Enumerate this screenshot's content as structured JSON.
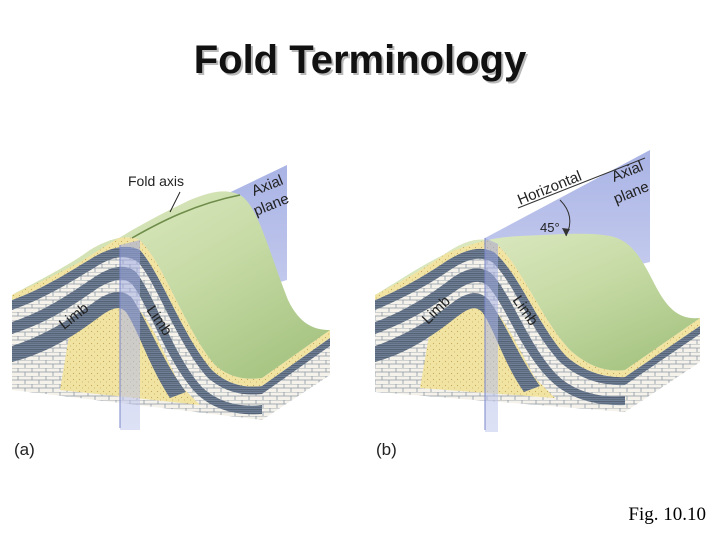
{
  "slide": {
    "title": "Fold Terminology",
    "caption": "Fig. 10.10"
  },
  "diagram_a": {
    "panel_label": "(a)",
    "fold_axis_label": "Fold axis",
    "axial_plane_label_line1": "Axial",
    "axial_plane_label_line2": "plane",
    "limb_left_label": "Limb",
    "limb_right_label": "Limb"
  },
  "diagram_b": {
    "panel_label": "(b)",
    "horizontal_label": "Horizontal",
    "angle_label": "45°",
    "axial_plane_label_line1": "Axial",
    "axial_plane_label_line2": "plane",
    "limb_left_label": "Limb",
    "limb_right_label": "Limb"
  },
  "colors": {
    "top_surface_green": "#c7dba6",
    "sandstone_yellow": "#f1e3a2",
    "shale_blue_gray": "#6f7f95",
    "axial_plane_blue": "#a9b4e4"
  }
}
